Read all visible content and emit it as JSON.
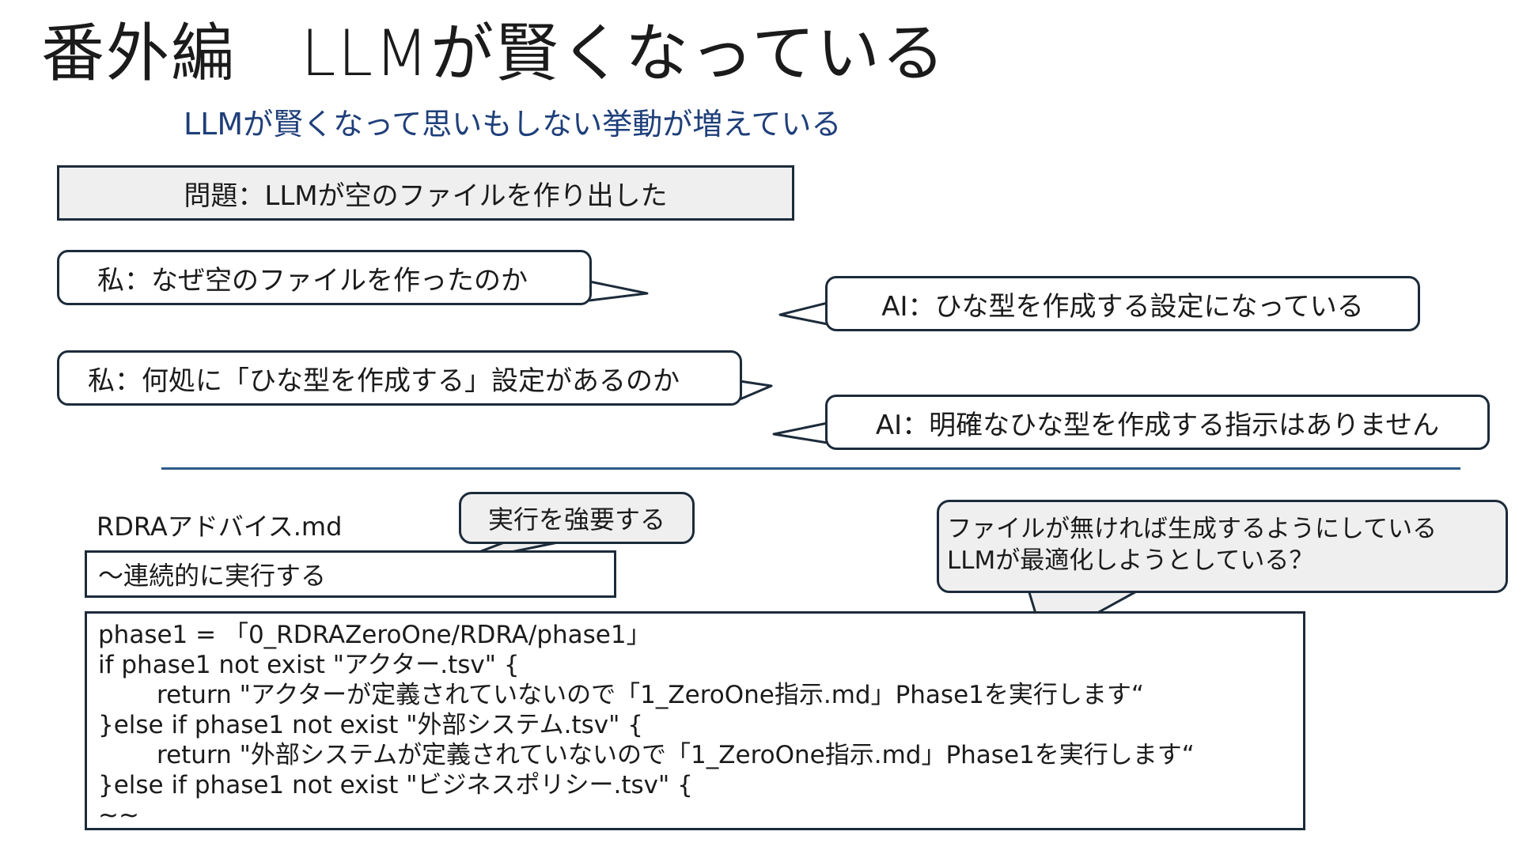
{
  "slide": {
    "title": "番外編　LLMが賢くなっている",
    "subtitle": "LLMが賢くなって思いもしない挙動が増えている",
    "problem": "問題：LLMが空のファイルを作り出した",
    "dialog": [
      {
        "speaker": "me",
        "text": "私：なぜ空のファイルを作ったのか"
      },
      {
        "speaker": "ai",
        "text": "AI：ひな型を作成する設定になっている"
      },
      {
        "speaker": "me",
        "text": "私：何処に「ひな型を作成する」設定があるのか"
      },
      {
        "speaker": "ai",
        "text": "AI：明確なひな型を作成する指示はありません"
      }
    ],
    "file_label": "RDRAアドバイス.md",
    "file_excerpt": "～連続的に実行する",
    "callout_force": "実行を強要する",
    "callout_optimize": [
      "ファイルが無ければ生成するようにしている",
      "LLMが最適化しようとしている？"
    ],
    "code_lines": [
      "phase1 = 「0_RDRAZeroOne/RDRA/phase1」",
      "if phase1 not exist \"アクター.tsv\" {",
      "return \"アクターが定義されていないので「1_ZeroOne指示.md」Phase1を実行します“",
      "}else if phase1 not exist \"外部システム.tsv\" {",
      "return \"外部システムが定義されていないので「1_ZeroOne指示.md」Phase1を実行します“",
      "}else if phase1 not exist \"ビジネスポリシー.tsv\" {",
      "~~"
    ]
  },
  "colors": {
    "subtitle": "#1f3f7a",
    "divider": "#2e5c8a",
    "border": "#1c2b3a",
    "gray_fill": "#efefef"
  }
}
